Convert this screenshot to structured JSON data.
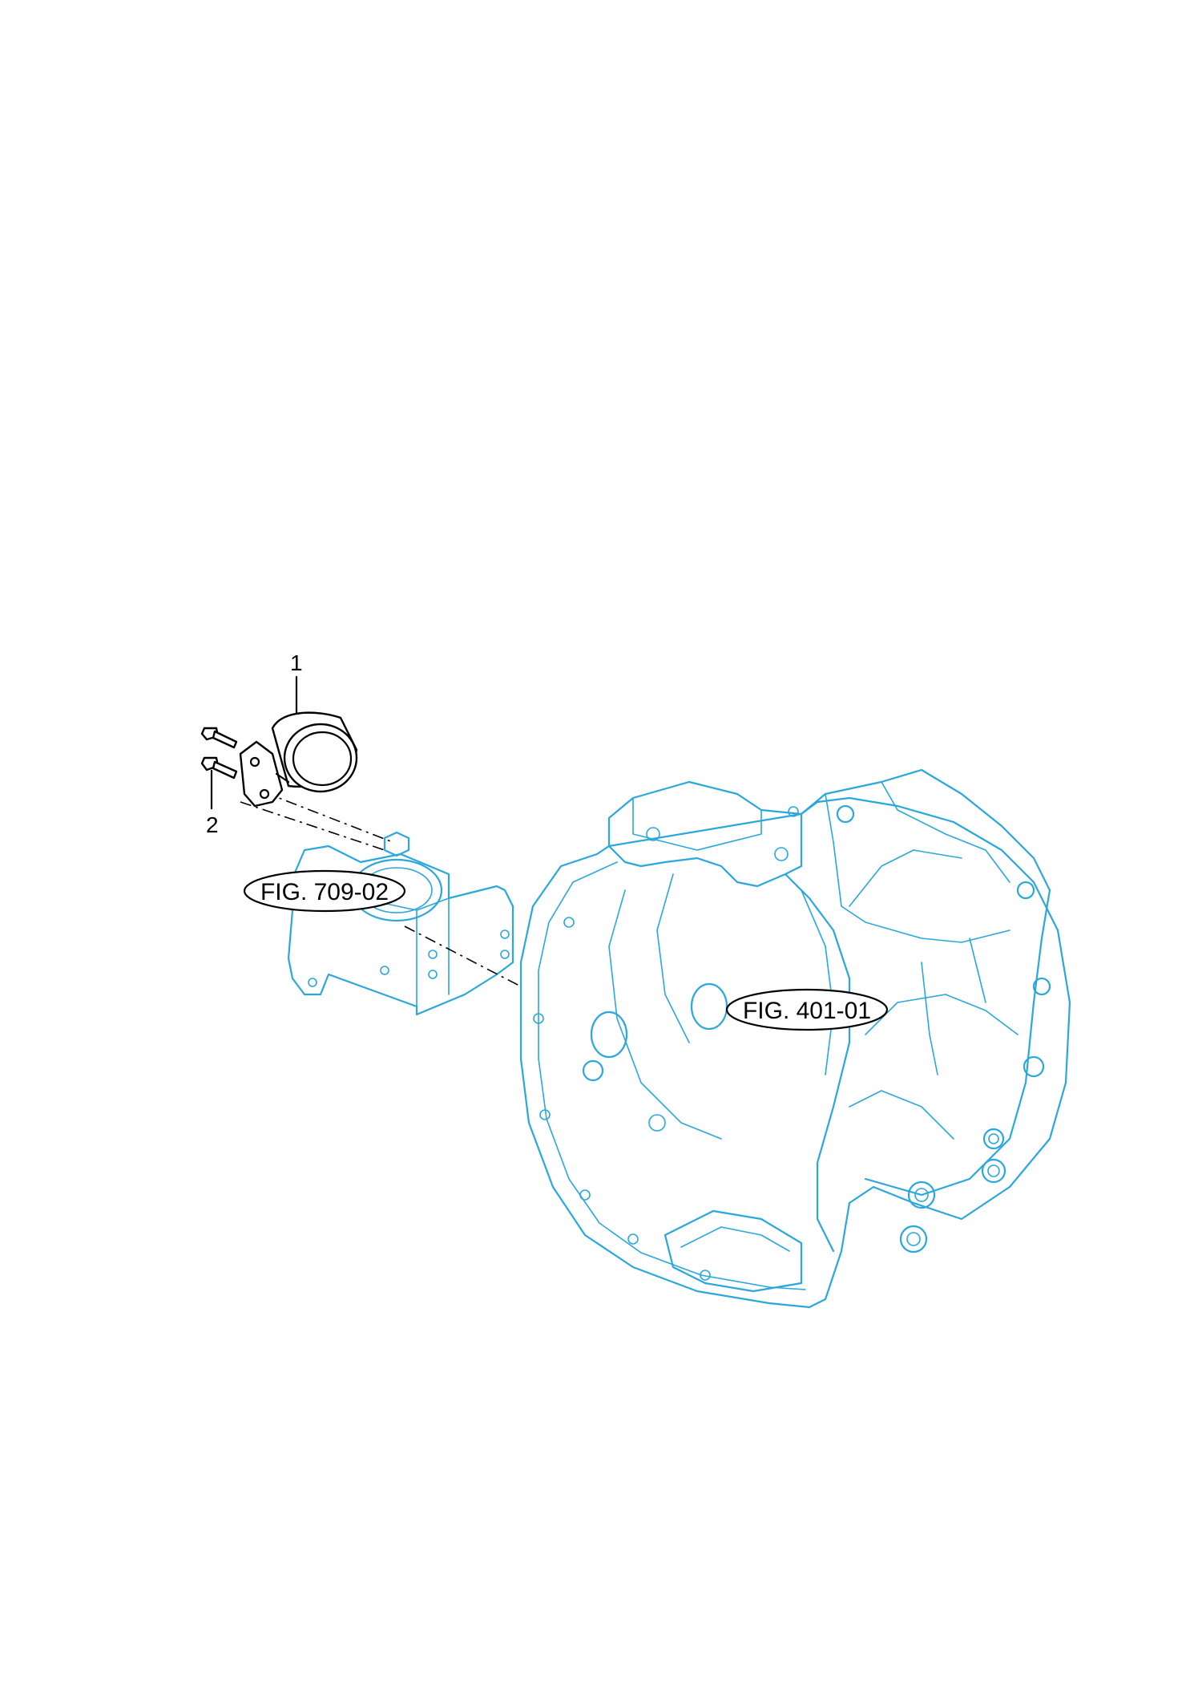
{
  "callouts": [
    {
      "label": "1"
    },
    {
      "label": "2"
    }
  ],
  "references": [
    {
      "label": "FIG. 709-02"
    },
    {
      "label": "FIG. 401-01"
    }
  ],
  "colors": {
    "reference_part": "#2aa7dc",
    "new_part": "#000000"
  }
}
